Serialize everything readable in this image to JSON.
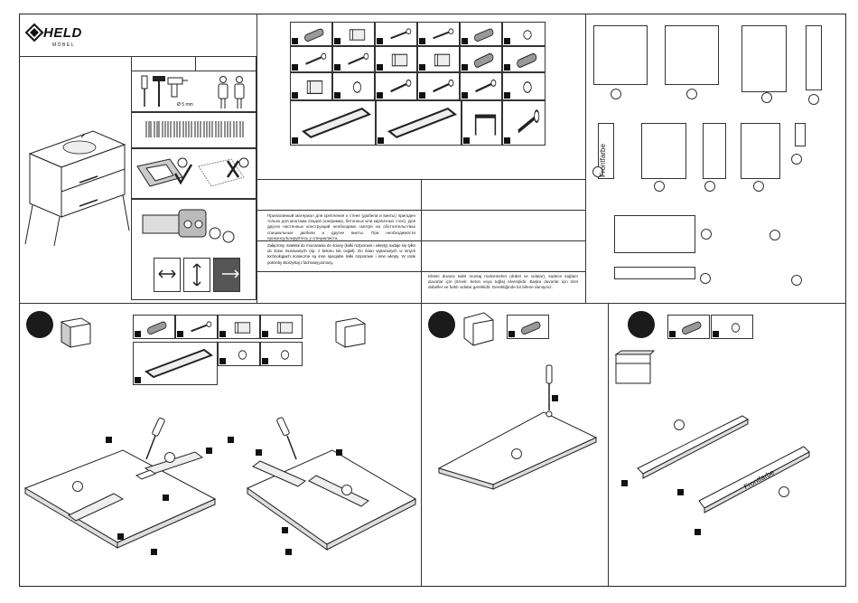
{
  "brand": {
    "name": "HELD",
    "sub": "MÖBEL"
  },
  "tools": {
    "drill_size": "Ø 5 mm"
  },
  "texts": {
    "russian": "Прилагаемый материал для крепления к стене (дюбели и винты) пригоден только для монтажа сводов (например, бетонных или кирпичных стен). Для других настенных конструкций необходимо смотря на обстоятельствах специальные дюбели и другие винты. При необходимости проконсультируйтесь у специалиста.",
    "polish": "Załączony materiał do mocowania do ściany (kołki rozporowe i wkręty) nadaje się tylko do ścian murowanych (np. z betonu lub cegieł). Do ścian wykonanych w innych technologiach konieczne są inne specjalne kołki rozporowe i inne wkręty. W razie potrzeby skorzystaj z fachowej pomocy.",
    "turkish": "Ekteki duvara sabit montaj malzemeleri (dübel ve vidalar), sadece sağlam duvarlar için (örnek: beton veya tuğla) elverişlidir. Başka duvarlar için özel dübeller ve farklı vidalar gereklidir. Gerektiğinde bir bilene danışınız."
  },
  "panel_labels": {
    "front_a": "Frontfarbe",
    "front_b": "Frontfarbe"
  },
  "colors": {
    "ink": "#111111",
    "line": "#333333",
    "paper": "#ffffff"
  },
  "icons": [
    "held-logo-icon",
    "hammer-icon",
    "screwdriver-icon",
    "drill-icon",
    "person-icon",
    "ok-smiley-icon",
    "bad-smiley-icon",
    "check-icon",
    "cross-icon",
    "hinge-icon",
    "screw-icon",
    "dowel-icon",
    "bracket-icon",
    "drawer-rail-icon",
    "handle-icon"
  ]
}
